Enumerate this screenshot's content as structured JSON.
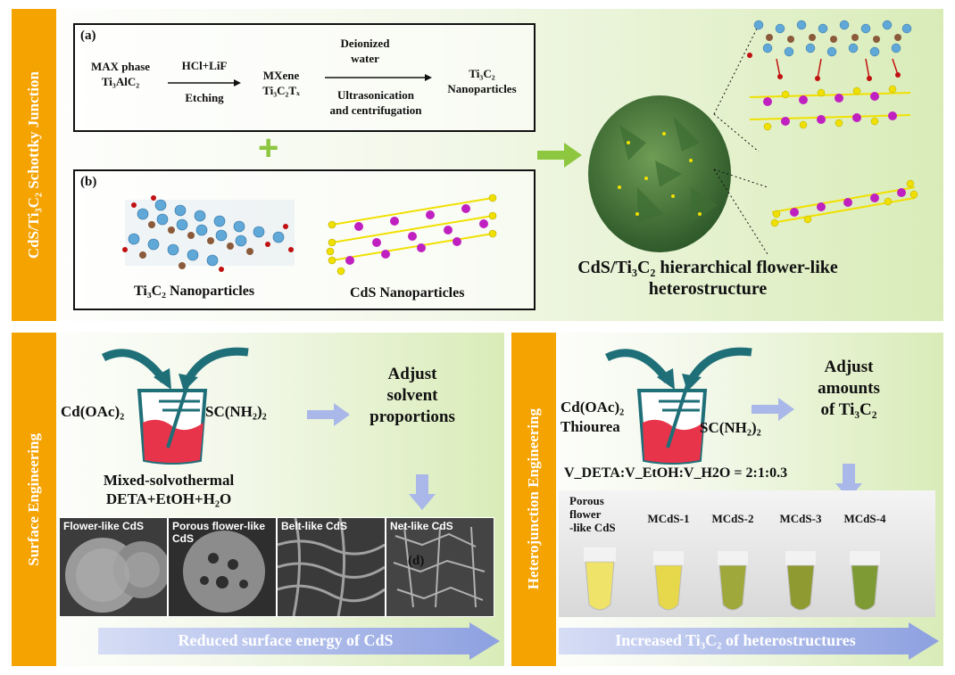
{
  "top": {
    "sidebar_title": "CdS/Ti₃C₂ Schottky Junction",
    "box_a": {
      "tag": "(a)",
      "step1": [
        "MAX phase",
        "Ti₃AlC₂"
      ],
      "arrow1_top": "HCl+LiF",
      "arrow1_bottom": "Etching",
      "step2": [
        "MXene",
        "Ti₃C₂Tₓ"
      ],
      "arrow2_top": [
        "Deionized",
        "water"
      ],
      "arrow2_bottom": [
        "Ultrasonication",
        "and centrifugation"
      ],
      "step3": [
        "Ti₃C₂",
        "Nanoparticles"
      ]
    },
    "box_b": {
      "tag": "(b)",
      "label_left": "Ti₃C₂ Nanoparticles",
      "label_right": "CdS Nanoparticles"
    },
    "plus": "+",
    "result_title": [
      "CdS/Ti₃C₂ hierarchical flower-like",
      "heterostructure"
    ]
  },
  "surface": {
    "sidebar_title": "Surface Engineering",
    "reagent_left": "Cd(OAc)₂",
    "reagent_right": "SC(NH₂)₂",
    "method": [
      "Mixed-solvothermal",
      "DETA+EtOH+H₂O"
    ],
    "adjust": [
      "Adjust",
      "solvent",
      "proportions"
    ],
    "sem_images": [
      {
        "label": "Flower-like CdS"
      },
      {
        "label": "Porous flower-like CdS"
      },
      {
        "label": "Belt-like CdS"
      },
      {
        "label": "Net-like CdS",
        "inner": "(d)"
      }
    ],
    "bottom_arrow": "Reduced surface energy of CdS"
  },
  "hetero": {
    "sidebar_title": "Heterojunction Engineering",
    "reagent_left": [
      "Cd(OAc)₂",
      "Thiourea"
    ],
    "reagent_right": "SC(NH₂)₂",
    "adjust": [
      "Adjust",
      "amounts",
      "of Ti₃C₂"
    ],
    "ratio": "V_DETA:V_EtOH:V_H2O = 2:1:0.3",
    "tubes": [
      {
        "label": [
          "Porous",
          "flower",
          "-like CdS"
        ]
      },
      {
        "label": [
          "MCdS-1"
        ]
      },
      {
        "label": [
          "MCdS-2"
        ]
      },
      {
        "label": [
          "MCdS-3"
        ]
      },
      {
        "label": [
          "MCdS-4"
        ]
      }
    ],
    "bottom_arrow": "Increased Ti₃C₂ of heterostructures"
  },
  "colors": {
    "sidebar": "#f5a300",
    "panel_green": "#d9ecb8",
    "arrow_green": "#8dc63f",
    "arrow_blue": "#a9b8e8",
    "teal_arrow": "#1f6f78",
    "beaker_red": "#e8344a",
    "sulfur": "#f0e000",
    "cadmium": "#c020c0",
    "titanium": "#5fa8d8",
    "carbon": "#8a5a3a",
    "oxygen": "#c01010"
  }
}
